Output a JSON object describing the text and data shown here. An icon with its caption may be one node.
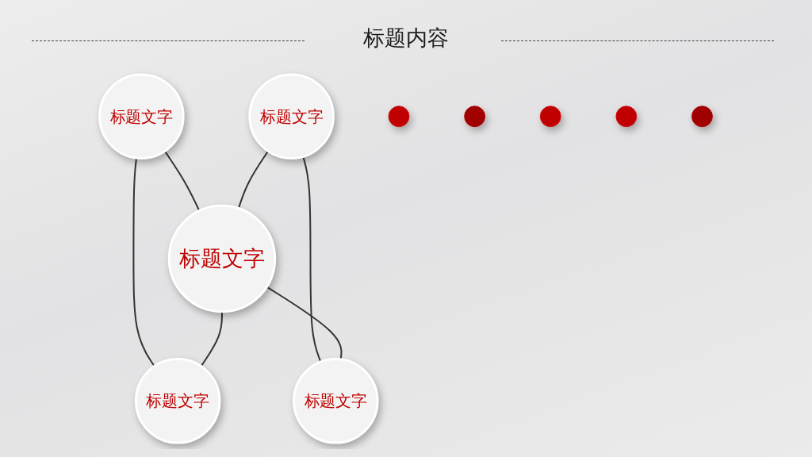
{
  "diagram": {
    "title": "标题内容",
    "nodes": [
      {
        "text": [
          "标题文字"
        ]
      },
      {
        "text": [
          "标题文字"
        ]
      },
      {
        "text": [
          "标题文字"
        ]
      },
      {
        "text": [
          "标题文字"
        ]
      },
      {
        "text": [
          "标题文字"
        ]
      },
      {
        "text": [],
        "shape": "circle"
      },
      {
        "text": [],
        "shape": "circle"
      },
      {
        "text": [],
        "shape": "circle"
      },
      {
        "text": [],
        "shape": "circle"
      },
      {
        "text": [],
        "shape": "circle"
      }
    ],
    "edges": [
      {
        "from": 0,
        "to": 2,
        "arrow": "none"
      },
      {
        "from": 0,
        "to": 3,
        "arrow": "none"
      },
      {
        "from": 1,
        "to": 2,
        "arrow": "none"
      },
      {
        "from": 1,
        "to": 4,
        "arrow": "none"
      },
      {
        "from": 2,
        "to": 3,
        "arrow": "none"
      },
      {
        "from": 2,
        "to": 4,
        "arrow": "none"
      }
    ]
  }
}
